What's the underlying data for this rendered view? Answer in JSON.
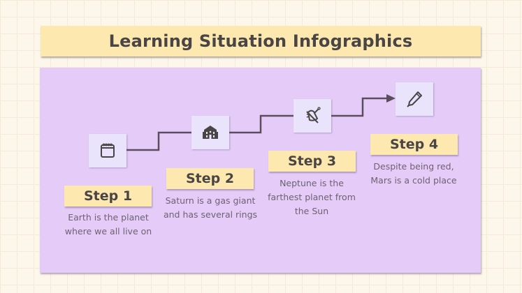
{
  "title": "Learning Situation Infographics",
  "colors": {
    "background": "#fdf6ea",
    "panel": "#e5ccf8",
    "label_bg": "#fde9b0",
    "icon_box": "#e9e3fb",
    "line": "#5a4e5e",
    "text_dark": "#4a4545",
    "text_desc": "#6d6271"
  },
  "steps": [
    {
      "label": "Step 1",
      "icon": "calendar-icon",
      "description": "Earth is the planet where we all live on"
    },
    {
      "label": "Step 2",
      "icon": "school-building-icon",
      "description": "Saturn is a gas giant and has several rings"
    },
    {
      "label": "Step 3",
      "icon": "bell-off-icon",
      "description": "Neptune is the farthest planet from the Sun"
    },
    {
      "label": "Step 4",
      "icon": "pen-icon",
      "description": "Despite being red, Mars is a cold place"
    }
  ]
}
